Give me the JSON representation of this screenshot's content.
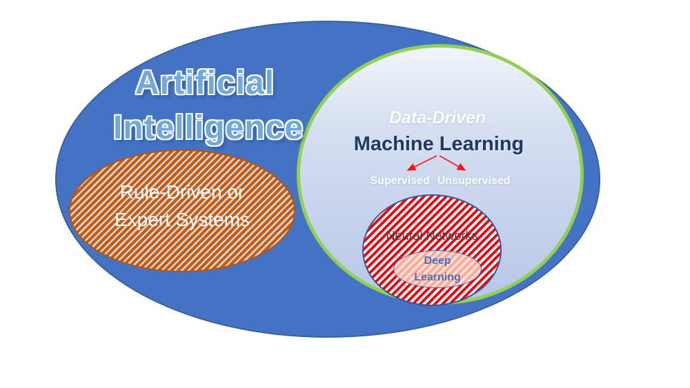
{
  "diagram": {
    "title": "AI / Machine Learning nested Venn diagram",
    "ai": {
      "title_line1": "Artificial",
      "title_line2": "Intelligence",
      "fill_color": "#4472C4",
      "title_color": "#6FA9DE"
    },
    "ml": {
      "label_top": "Data-Driven",
      "label_main": "Machine Learning",
      "label_top_color": "#FFFFFF",
      "label_main_color": "#1F3864",
      "border_color": "#92D050",
      "fill_gradient_top": "#F1F5FB",
      "fill_gradient_bottom": "#B8C7E8",
      "branches": {
        "left": "Supervised",
        "right": "Unsupervised"
      },
      "arrow_color": "#FF1414"
    },
    "rule_driven": {
      "line1": "Rule-Driven or",
      "line2": "Expert Systems",
      "hatch_color": "#C55A11",
      "stripe_color": "#D8D8D8",
      "text_color": "#FFFFFF"
    },
    "neural_networks": {
      "label": "Neural Networks",
      "hatch_color": "#F8020B",
      "stripe_color": "#FFFFFF",
      "text_color": "#3F3F3F"
    },
    "deep_learning": {
      "line1": "Deep",
      "line2": "Learning",
      "fill_color": "rgba(252,215,197,0.78)",
      "border_color": "#3E66AE",
      "text_color": "#4472C4"
    }
  }
}
